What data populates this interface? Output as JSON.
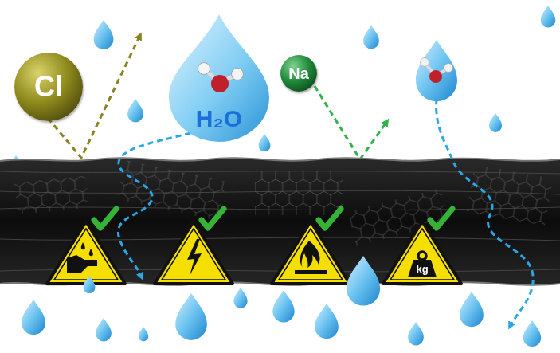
{
  "diagram": {
    "nodes": [
      {
        "text": [
          "Cl"
        ]
      },
      {
        "text": [
          "H₂O"
        ]
      },
      {
        "text": [
          "Na"
        ]
      },
      {
        "text": [
          "kg"
        ]
      }
    ]
  }
}
